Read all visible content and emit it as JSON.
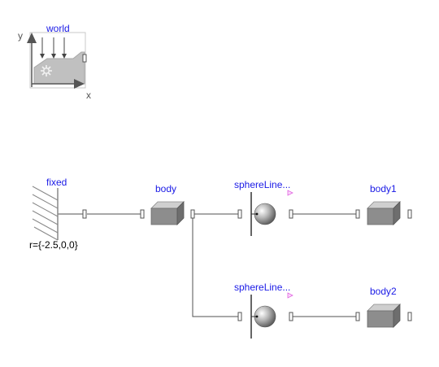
{
  "world": {
    "name": "world",
    "axis_x": "x",
    "axis_y": "y"
  },
  "fixed": {
    "name": "fixed",
    "param": "r={-2.5,0,0}"
  },
  "body": {
    "name": "body"
  },
  "sphere_line_1": {
    "name": "sphereLine..."
  },
  "sphere_line_2": {
    "name": "sphereLine..."
  },
  "body1": {
    "name": "body1"
  },
  "body2": {
    "name": "body2"
  },
  "colors": {
    "label": "#1a1ae6",
    "connection": "#505050",
    "signal_marker": "#e060e0"
  }
}
